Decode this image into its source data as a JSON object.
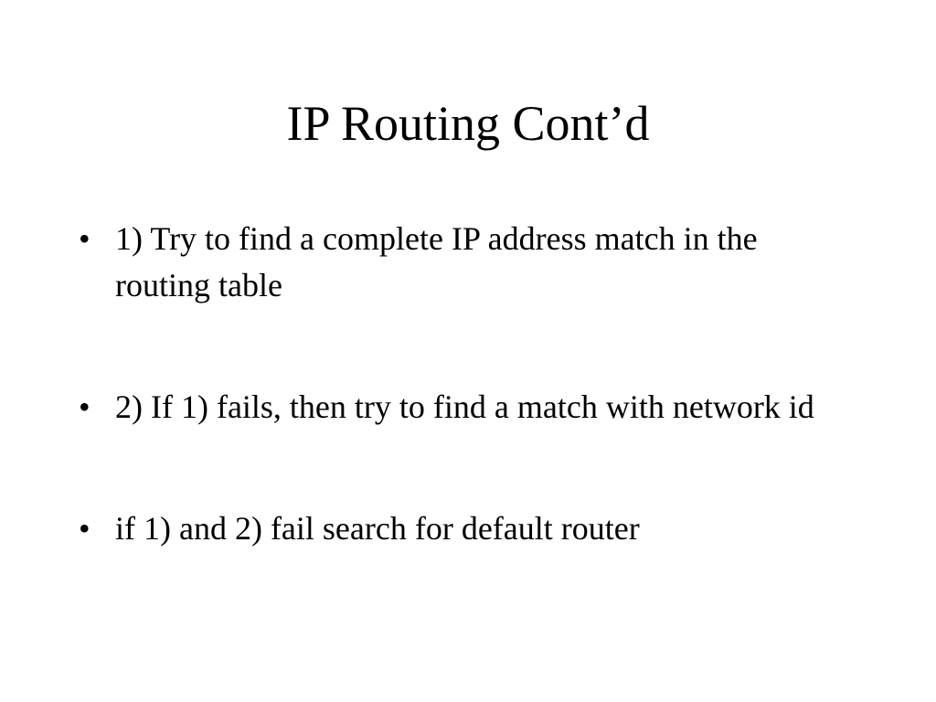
{
  "slide": {
    "title": "IP Routing Cont’d",
    "bullet_glyph": "•",
    "bullets": [
      {
        "text": "1) Try to find a complete IP address match in the routing table"
      },
      {
        "text": "2) If 1) fails, then try to find a match with network id"
      },
      {
        "text": "if 1) and 2) fail search for default router"
      }
    ]
  }
}
